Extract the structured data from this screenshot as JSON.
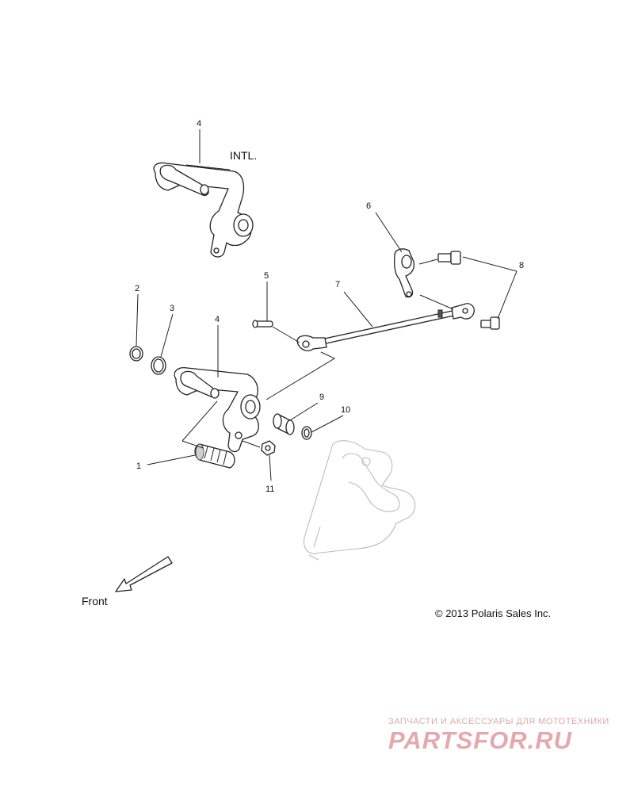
{
  "diagram": {
    "callouts": [
      "1",
      "2",
      "3",
      "4",
      "4",
      "5",
      "6",
      "7",
      "8",
      "9",
      "10",
      "11"
    ],
    "labels": {
      "intl": "INTL.",
      "front": "Front"
    },
    "copyright": "© 2013 Polaris Sales Inc.",
    "watermark": {
      "tagline": "ЗАПЧАСТИ И АКСЕССУАРЫ ДЛЯ МОТОТЕХНИКИ",
      "brand": "PARTSFOR.RU"
    }
  }
}
